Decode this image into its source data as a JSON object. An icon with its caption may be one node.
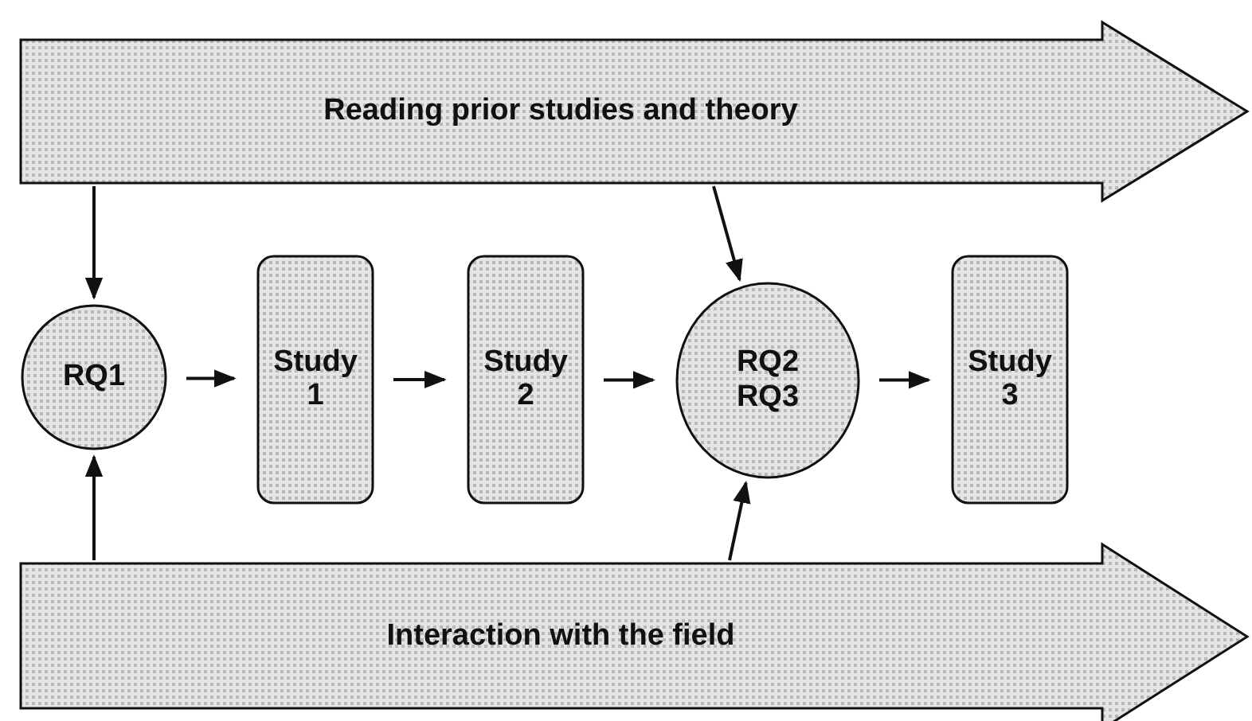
{
  "diagram": {
    "nodes": [
      {
        "text": [
          "Reading prior studies and theory"
        ]
      },
      {
        "text": [
          "RQ1"
        ]
      },
      {
        "text": [
          "Study 1"
        ]
      },
      {
        "text": [
          "Study 2"
        ]
      },
      {
        "text": [
          "RQ2 RQ3"
        ]
      },
      {
        "text": [
          "Study 3"
        ]
      },
      {
        "text": [
          "Interaction with the field"
        ]
      }
    ],
    "edges": [
      {
        "from": 0,
        "to": 1,
        "arrow": "to"
      },
      {
        "from": 6,
        "to": 1,
        "arrow": "to"
      },
      {
        "from": 1,
        "to": 2,
        "arrow": "to"
      },
      {
        "from": 2,
        "to": 3,
        "arrow": "to"
      },
      {
        "from": 3,
        "to": 4,
        "arrow": "to"
      },
      {
        "from": 4,
        "to": 5,
        "arrow": "to"
      },
      {
        "from": 0,
        "to": 4,
        "arrow": "to"
      },
      {
        "from": 6,
        "to": 4,
        "arrow": "to"
      }
    ]
  }
}
